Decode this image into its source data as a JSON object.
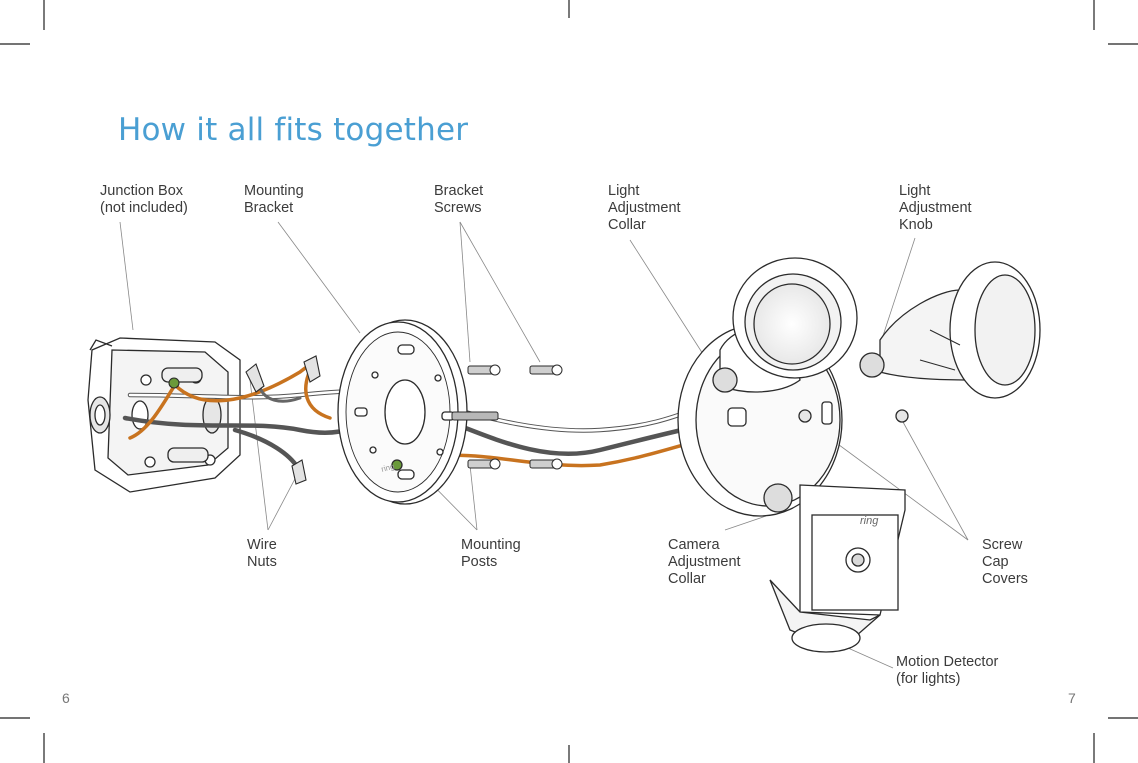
{
  "title": "How it all fits together",
  "labels": {
    "junction_box": [
      "Junction Box",
      "(not included)"
    ],
    "mounting_bracket": [
      "Mounting",
      "Bracket"
    ],
    "bracket_screws": [
      "Bracket",
      "Screws"
    ],
    "light_adjustment_collar": [
      "Light",
      "Adjustment",
      "Collar"
    ],
    "light_adjustment_knob": [
      "Light",
      "Adjustment",
      "Knob"
    ],
    "wire_nuts": [
      "Wire",
      "Nuts"
    ],
    "mounting_posts": [
      "Mounting",
      "Posts"
    ],
    "camera_adjustment_collar": [
      "Camera",
      "Adjustment",
      "Collar"
    ],
    "screw_cap_covers": [
      "Screw",
      "Cap",
      "Covers"
    ],
    "motion_detector": [
      "Motion Detector",
      "(for lights)"
    ]
  },
  "brand_mark": "ring",
  "page_numbers": {
    "left": "6",
    "right": "7"
  },
  "colors": {
    "title": "#4a9fd3",
    "wire_orange": "#c8731f",
    "wire_dark": "#555555",
    "outline": "#2b2b2b"
  }
}
